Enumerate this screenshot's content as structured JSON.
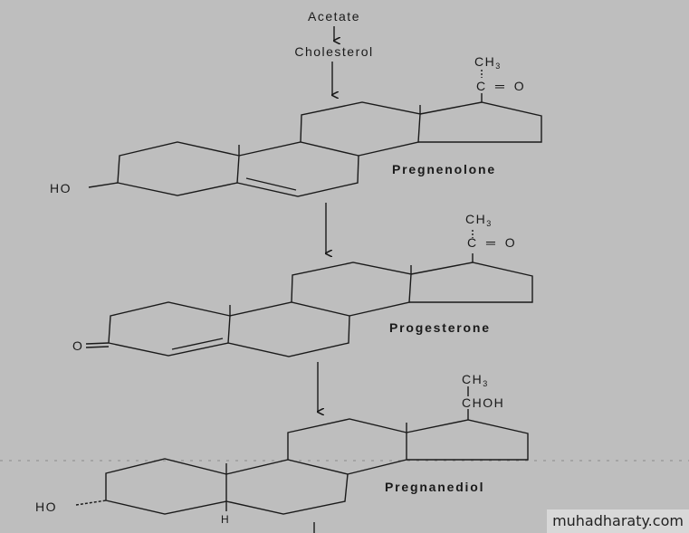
{
  "pathway": {
    "start": "Acetate",
    "intermediate": "Cholesterol"
  },
  "compounds": [
    {
      "name": "Pregnenolone",
      "side_top": "CH",
      "side_top_sub": "3",
      "side_group": "C ═ O",
      "substituent": "HO"
    },
    {
      "name": "Progesterone",
      "side_top": "CH",
      "side_top_sub": "3",
      "side_group": "C ═ O",
      "substituent": "O"
    },
    {
      "name": "Pregnanediol",
      "side_top": "CH",
      "side_top_sub": "3",
      "side_group": "CHOH",
      "substituent": "HO",
      "h_label": "H"
    }
  ],
  "watermark": "muhadharaty.com"
}
